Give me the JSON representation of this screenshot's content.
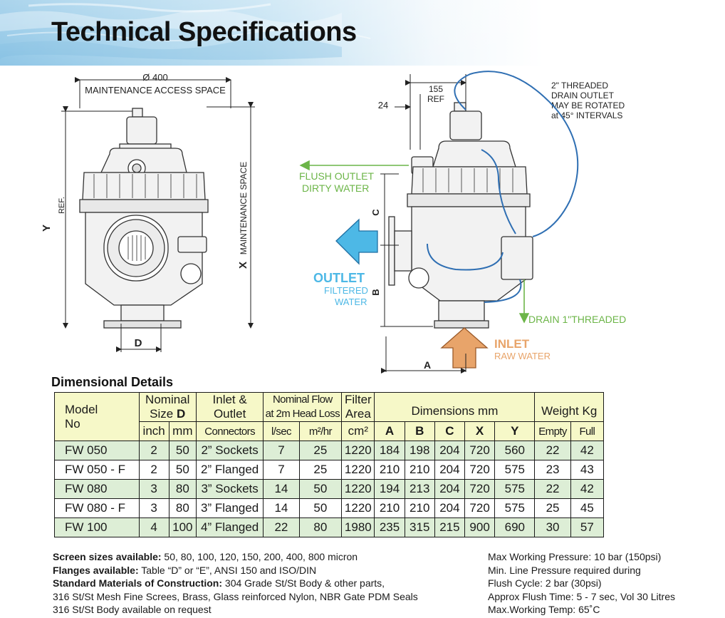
{
  "header": {
    "title": "Technical Specifications"
  },
  "drawing": {
    "front_view": {
      "top_dimension": "Ø 400",
      "top_label": "MAINTENANCE ACCESS SPACE",
      "side_label_y": "Y",
      "side_label_y_suffix": "REF.",
      "side_label_x": "X",
      "side_label_x_suffix": "MAINTENANCE SPACE",
      "bottom_label_d": "D"
    },
    "side_view": {
      "dim_155": "155",
      "dim_155_ref": "REF",
      "dim_24": "24",
      "drain_note": [
        "2\" THREADED",
        "DRAIN OUTLET",
        "MAY BE ROTATED",
        "at 45° INTERVALS"
      ],
      "flush_outlet": [
        "FLUSH OUTLET",
        "DIRTY WATER"
      ],
      "outlet_title": "OUTLET",
      "outlet_sub": [
        "FILTERED",
        "WATER"
      ],
      "drain_threaded": "DRAIN 1\"THREADED",
      "inlet_title": "INLET",
      "inlet_sub": "RAW WATER",
      "label_a": "A",
      "label_b": "B",
      "label_c": "C"
    }
  },
  "section": {
    "title": "Dimensional Details"
  },
  "table": {
    "headers": {
      "model": "Model",
      "model_no": "No",
      "nominal": "Nominal",
      "size": "Size",
      "size_d": "D",
      "inch": "inch",
      "mm": "mm",
      "inlet": "Inlet &",
      "outlet": "Outlet",
      "connectors": "Connectors",
      "flow1": "Nominal Flow",
      "flow2": "at 2m Head Loss",
      "lsec": "l/sec",
      "m2hr": "m²/hr",
      "filter": "Filter",
      "area": "Area",
      "cm2": "cm²",
      "dimensions": "Dimensions mm",
      "a": "A",
      "b": "B",
      "c": "C",
      "x": "X",
      "y": "Y",
      "weight": "Weight Kg",
      "empty": "Empty",
      "full": "Full"
    },
    "rows": [
      [
        "FW 050",
        "2",
        "50",
        "2” Sockets",
        "7",
        "25",
        "1220",
        "184",
        "198",
        "204",
        "720",
        "560",
        "22",
        "42"
      ],
      [
        "FW 050 - F",
        "2",
        "50",
        "2” Flanged",
        "7",
        "25",
        "1220",
        "210",
        "210",
        "204",
        "720",
        "575",
        "23",
        "43"
      ],
      [
        "FW 080",
        "3",
        "80",
        "3” Sockets",
        "14",
        "50",
        "1220",
        "194",
        "213",
        "204",
        "720",
        "575",
        "22",
        "42"
      ],
      [
        "FW 080 - F",
        "3",
        "80",
        "3” Flanged",
        "14",
        "50",
        "1220",
        "210",
        "210",
        "204",
        "720",
        "575",
        "25",
        "45"
      ],
      [
        "FW 100",
        "4",
        "100",
        "4” Flanged",
        "22",
        "80",
        "1980",
        "235",
        "315",
        "215",
        "900",
        "690",
        "30",
        "57"
      ]
    ]
  },
  "notes": {
    "left": [
      {
        "label": "Screen sizes available:",
        "text": " 50, 80, 100, 120, 150, 200, 400, 800 micron"
      },
      {
        "label": "Flanges available:",
        "text": " Table “D” or “E”, ANSI 150 and ISO/DIN"
      },
      {
        "label": "Standard Materials of Construction:",
        "text": " 304 Grade St/St Body & other parts,"
      },
      {
        "label": "",
        "text": "316 St/St Mesh Fine Screes, Brass, Glass reinforced Nylon, NBR Gate PDM Seals"
      },
      {
        "label": "",
        "text": "316 St/St Body available on request"
      }
    ],
    "right": [
      "Max Working Pressure: 10 bar (150psi)",
      "Min. Line Pressure required during",
      "Flush Cycle: 2 bar (30psi)",
      "Approx Flush Time:  5 - 7 sec, Vol 30 Litres",
      "Max.Working Temp: 65˚C"
    ]
  },
  "colors": {
    "green": "#6cb548",
    "blue": "#4db8e6",
    "orange": "#e8a46a",
    "header_band": "#f6f8c8",
    "row_band": "#ddeed6"
  }
}
